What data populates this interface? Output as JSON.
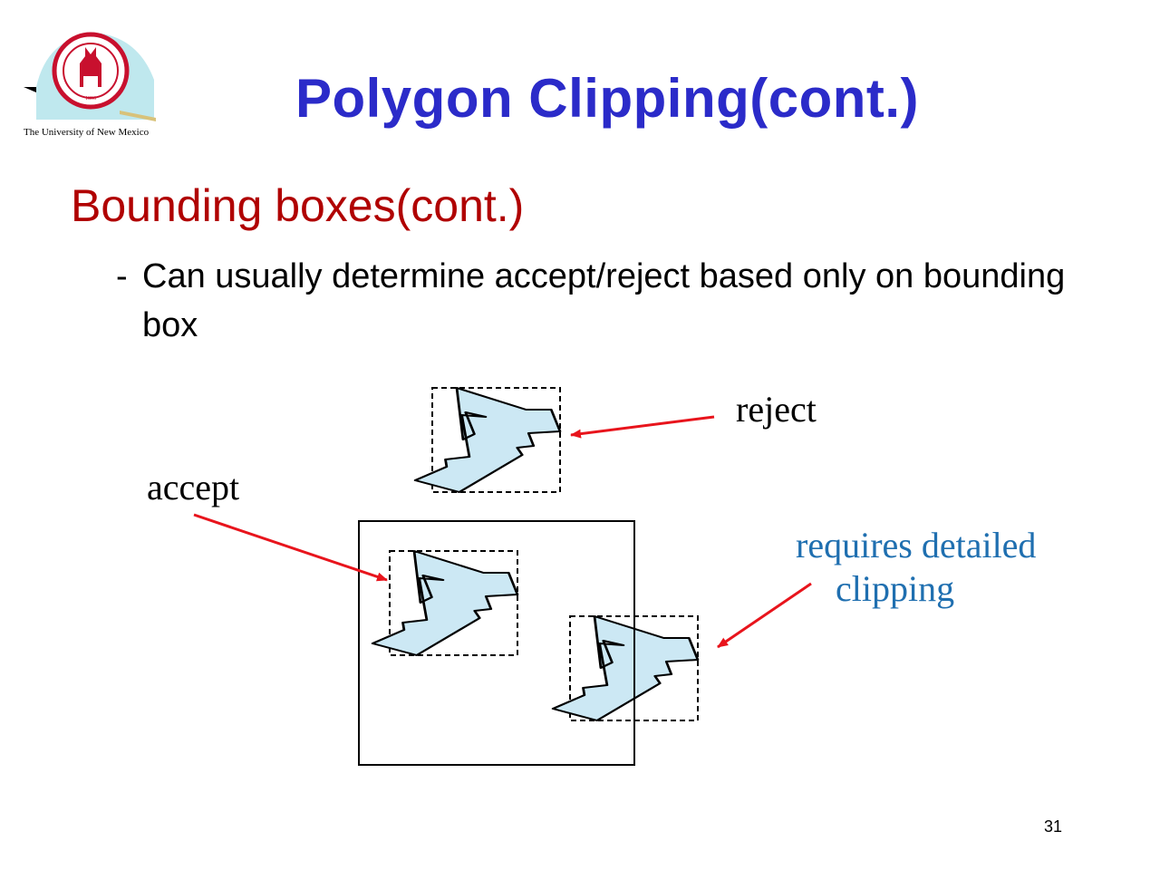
{
  "logo": {
    "caption": "The University of New Mexico",
    "icon": "sichuan-university-seal"
  },
  "title": "Polygon Clipping(cont.)",
  "heading": "Bounding boxes(cont.)",
  "bullet": {
    "marker": "-",
    "text": "Can usually determine accept/reject based only on bounding box"
  },
  "diagram": {
    "labels": {
      "reject": "reject",
      "accept": "accept",
      "detailed_line1": "requires detailed",
      "detailed_line2": "clipping"
    },
    "colors": {
      "polygon_fill": "#cce8f4",
      "arrow": "#e8141c",
      "detailed_text": "#1f6fb0"
    }
  },
  "page_number": "31"
}
